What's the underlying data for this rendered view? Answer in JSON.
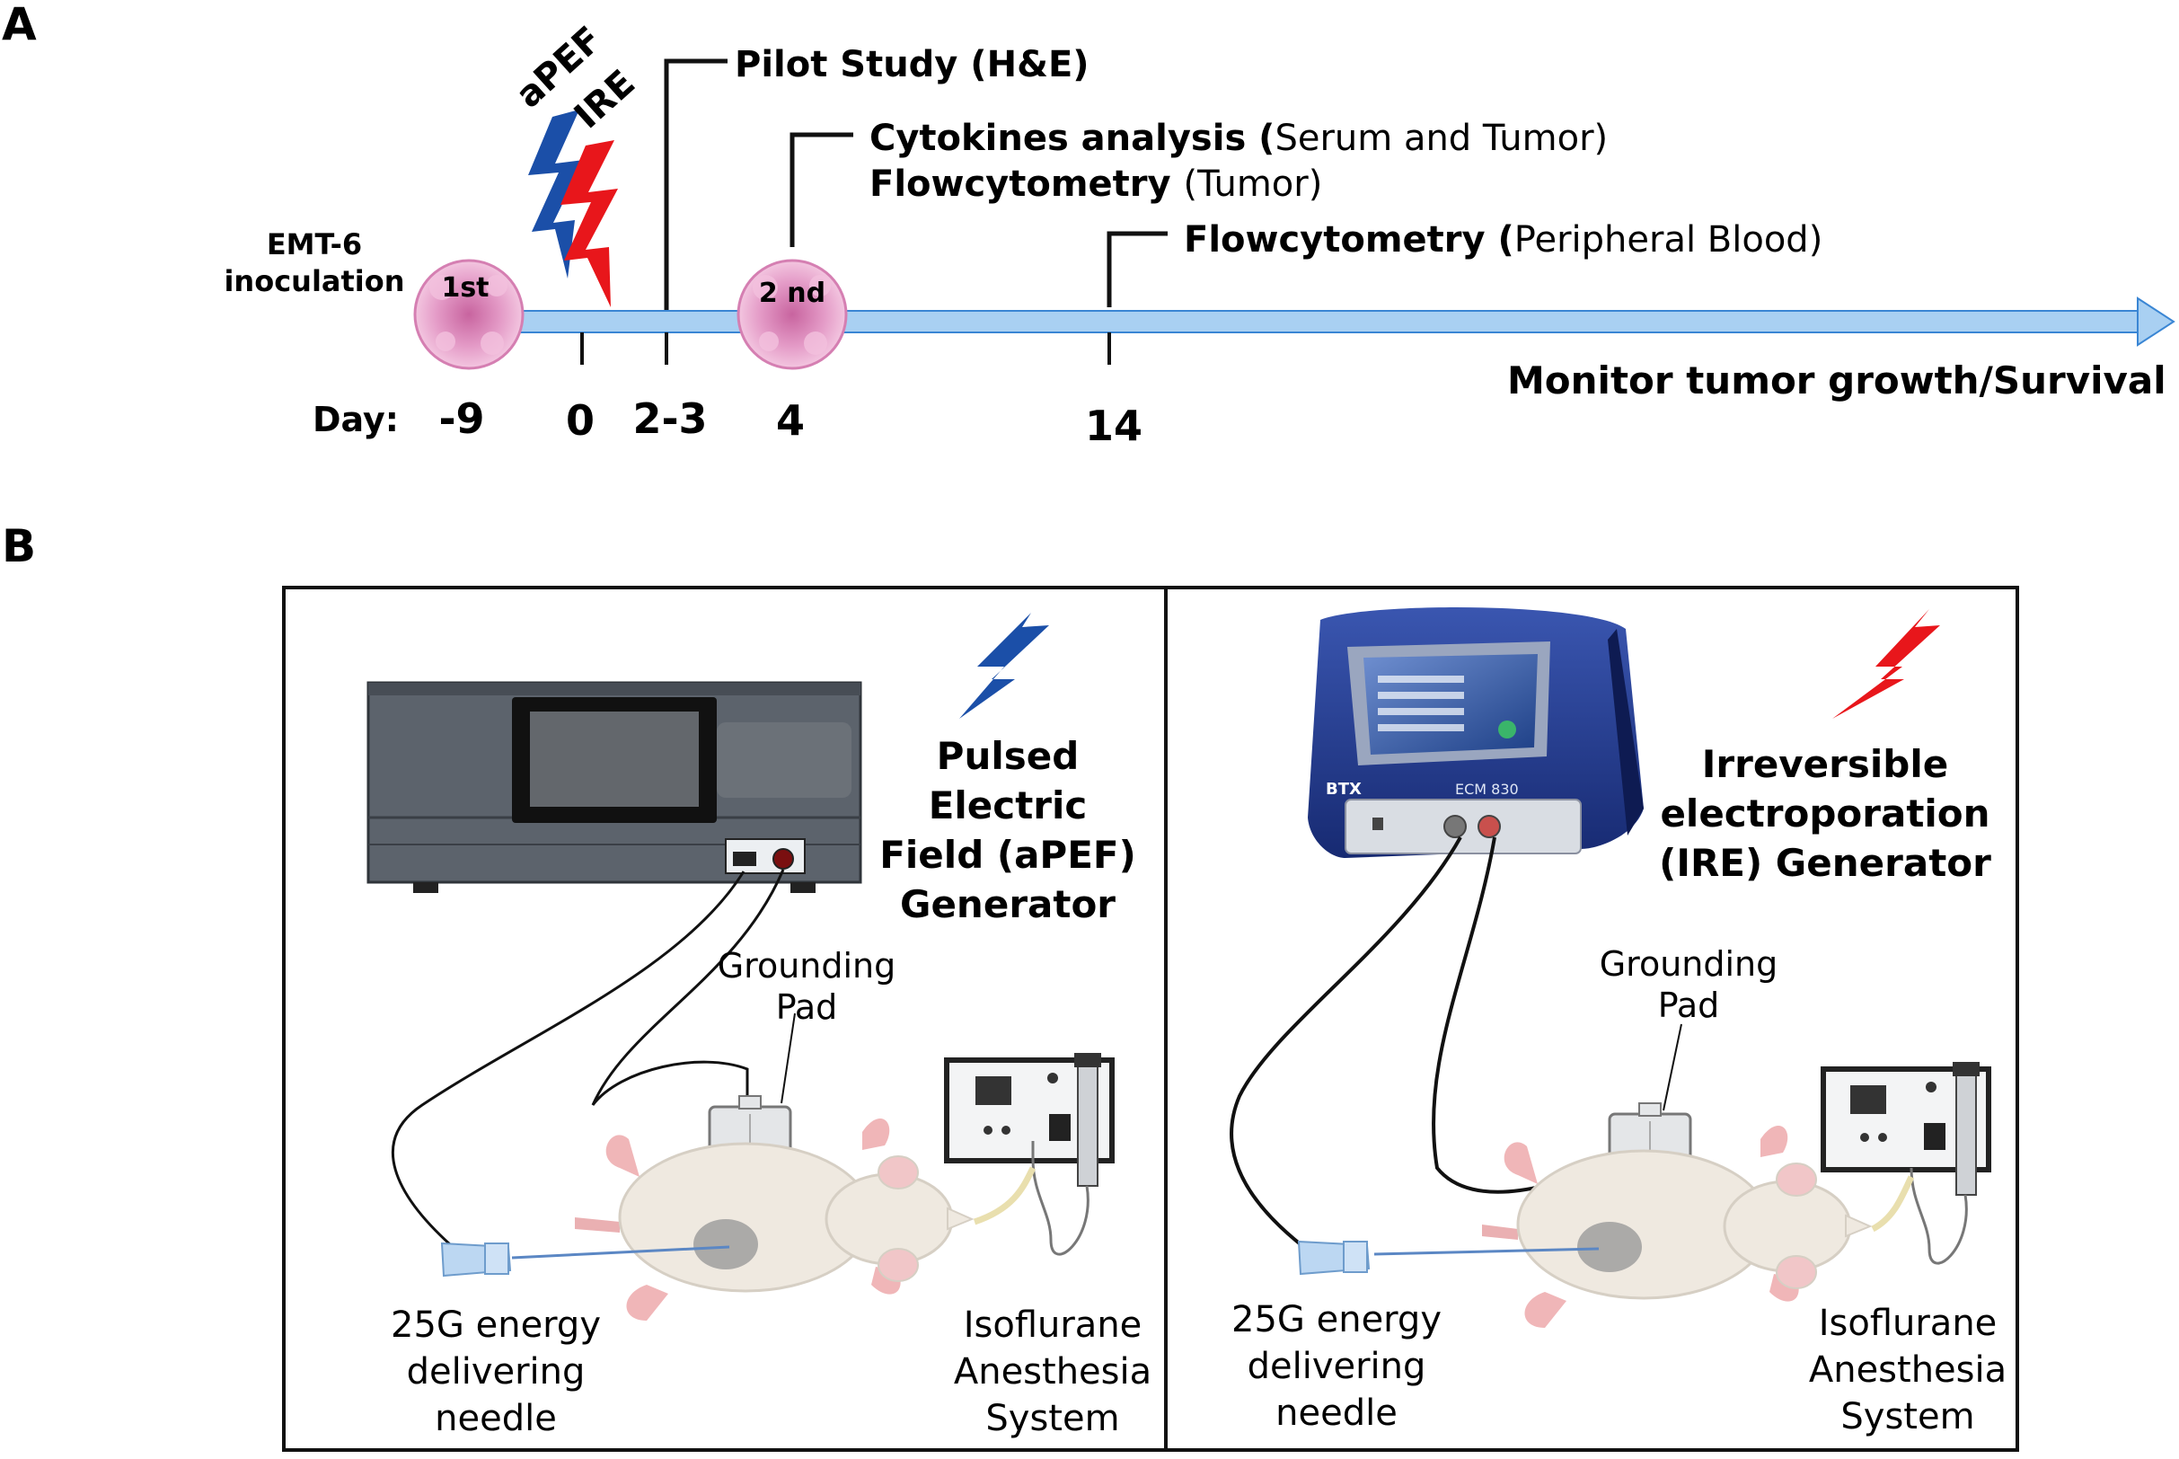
{
  "panel_a": {
    "label": "A",
    "inoculation": [
      "EMT-6",
      "inoculation"
    ],
    "treatments": [
      "aPEF",
      "IRE"
    ],
    "tumor_1": "1st",
    "tumor_2": "2 nd",
    "day_label": "Day:",
    "days": [
      "-9",
      "0",
      "2-3",
      "4",
      "14"
    ],
    "events": {
      "pilot": "Pilot Study (H&E)",
      "cytokines_bold": "Cytokines analysis (",
      "cytokines_rest": "Serum and Tumor)",
      "flow_tumor_bold": "Flowcytometry ",
      "flow_tumor_rest": "(Tumor)",
      "flow_blood_bold": "Flowcytometry (",
      "flow_blood_rest": "Peripheral Blood)"
    },
    "monitor": "Monitor tumor growth/Survival"
  },
  "panel_b": {
    "label": "B",
    "left": {
      "title": [
        "Pulsed",
        "Electric",
        "Field (aPEF)",
        "Generator"
      ],
      "grounding": [
        "Grounding",
        "Pad"
      ],
      "needle": [
        "25G energy",
        "delivering",
        "needle"
      ],
      "anesthesia": [
        "Isoflurane",
        "Anesthesia",
        "System"
      ]
    },
    "right": {
      "title": [
        "Irreversible",
        "electroporation",
        "(IRE)  Generator"
      ],
      "grounding": [
        "Grounding",
        "Pad"
      ],
      "needle": [
        "25G energy",
        "delivering",
        "needle"
      ],
      "anesthesia": [
        "Isoflurane",
        "Anesthesia",
        "System"
      ],
      "device_brand": "BTX",
      "device_model": "ECM 830"
    }
  },
  "colors": {
    "timeline": "#a9d0f2",
    "timeline_edge": "#3a86d4",
    "apef_bolt": "#1b4fa8",
    "ire_bolt": "#e8161b",
    "tumor": "#e9a6cf",
    "ire_device": "#223a8c"
  }
}
